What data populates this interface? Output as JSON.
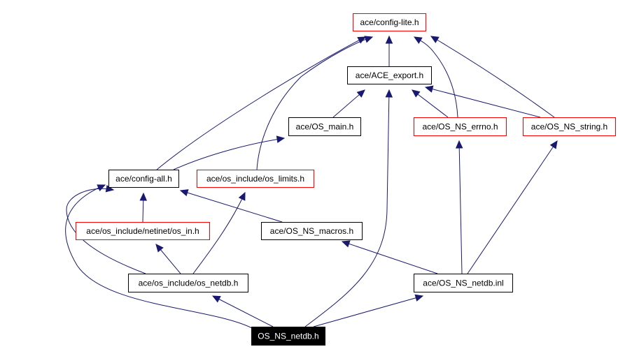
{
  "graph": {
    "type": "include-dependency-graph",
    "colors": {
      "edge": "#191970",
      "documented_border": "#000000",
      "undocumented_border": "#ff0000",
      "root_fill": "#000000",
      "root_text": "#ffffff"
    },
    "nodes": [
      {
        "id": "config_lite",
        "label": "ace/config-lite.h",
        "style": "missing"
      },
      {
        "id": "ace_export",
        "label": "ace/ACE_export.h",
        "style": "normal"
      },
      {
        "id": "os_main",
        "label": "ace/OS_main.h",
        "style": "normal"
      },
      {
        "id": "os_ns_errno",
        "label": "ace/OS_NS_errno.h",
        "style": "missing"
      },
      {
        "id": "os_ns_string",
        "label": "ace/OS_NS_string.h",
        "style": "missing"
      },
      {
        "id": "config_all",
        "label": "ace/config-all.h",
        "style": "normal"
      },
      {
        "id": "os_limits",
        "label": "ace/os_include/os_limits.h",
        "style": "missing"
      },
      {
        "id": "os_in",
        "label": "ace/os_include/netinet/os_in.h",
        "style": "missing"
      },
      {
        "id": "os_ns_macros",
        "label": "ace/OS_NS_macros.h",
        "style": "normal"
      },
      {
        "id": "os_netdb",
        "label": "ace/os_include/os_netdb.h",
        "style": "normal"
      },
      {
        "id": "os_ns_netdb_inl",
        "label": "ace/OS_NS_netdb.inl",
        "style": "normal"
      },
      {
        "id": "os_ns_netdb_h",
        "label": "OS_NS_netdb.h",
        "style": "root"
      }
    ],
    "edges": [
      {
        "from": "ace_export",
        "to": "config_lite"
      },
      {
        "from": "config_all",
        "to": "config_lite"
      },
      {
        "from": "os_limits",
        "to": "config_lite"
      },
      {
        "from": "os_ns_errno",
        "to": "config_lite"
      },
      {
        "from": "os_ns_string",
        "to": "config_lite"
      },
      {
        "from": "os_main",
        "to": "ace_export"
      },
      {
        "from": "os_ns_errno",
        "to": "ace_export"
      },
      {
        "from": "os_ns_string",
        "to": "ace_export"
      },
      {
        "from": "os_ns_netdb_h",
        "to": "ace_export"
      },
      {
        "from": "config_all",
        "to": "os_main"
      },
      {
        "from": "os_in",
        "to": "config_all"
      },
      {
        "from": "os_ns_macros",
        "to": "config_all"
      },
      {
        "from": "os_netdb",
        "to": "config_all"
      },
      {
        "from": "os_ns_netdb_h",
        "to": "config_all"
      },
      {
        "from": "os_netdb",
        "to": "os_in"
      },
      {
        "from": "os_netdb",
        "to": "os_limits"
      },
      {
        "from": "os_ns_netdb_inl",
        "to": "os_ns_macros"
      },
      {
        "from": "os_ns_netdb_inl",
        "to": "os_ns_errno"
      },
      {
        "from": "os_ns_netdb_inl",
        "to": "os_ns_string"
      },
      {
        "from": "os_ns_netdb_h",
        "to": "os_netdb"
      },
      {
        "from": "os_ns_netdb_h",
        "to": "os_ns_netdb_inl"
      }
    ]
  }
}
